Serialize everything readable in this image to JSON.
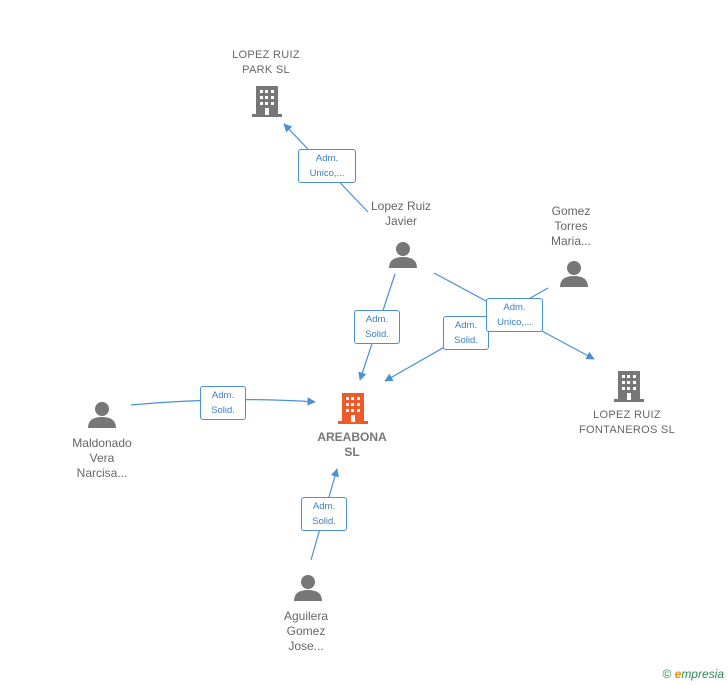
{
  "nodes": {
    "lopez_ruiz_park": {
      "line1": "LOPEZ RUIZ",
      "line2": "PARK  SL"
    },
    "lopez_ruiz_javier": {
      "line1": "Lopez Ruiz",
      "line2": "Javier"
    },
    "gomez_torres": {
      "line1": "Gomez",
      "line2": "Torres",
      "line3": "Maria..."
    },
    "lopez_ruiz_fontaneros": {
      "line1": "LOPEZ RUIZ",
      "line2": "FONTANEROS SL"
    },
    "areabona": {
      "line1": "AREABONA",
      "line2": "SL"
    },
    "maldonado": {
      "line1": "Maldonado",
      "line2": "Vera",
      "line3": "Narcisa..."
    },
    "aguilera": {
      "line1": "Aguilera",
      "line2": "Gomez",
      "line3": "Jose..."
    }
  },
  "edges": {
    "javier_park": {
      "line1": "Adm.",
      "line2": "Unico,..."
    },
    "javier_areabona": {
      "line1": "Adm.",
      "line2": "Solid."
    },
    "gomez_areabona": {
      "line1": "Adm.",
      "line2": "Solid."
    },
    "gomez_fontaneros": {
      "line1": "Adm.",
      "line2": "Unico,..."
    },
    "maldonado_areabona": {
      "line1": "Adm.",
      "line2": "Solid."
    },
    "aguilera_areabona": {
      "line1": "Adm.",
      "line2": "Solid."
    }
  },
  "footer": {
    "copyright": "©",
    "brand_e": "e",
    "brand_rest": "mpresia"
  },
  "colors": {
    "edge": "#4a90d9",
    "person": "#777777",
    "company": "#777777",
    "main_company": "#f05a28"
  }
}
